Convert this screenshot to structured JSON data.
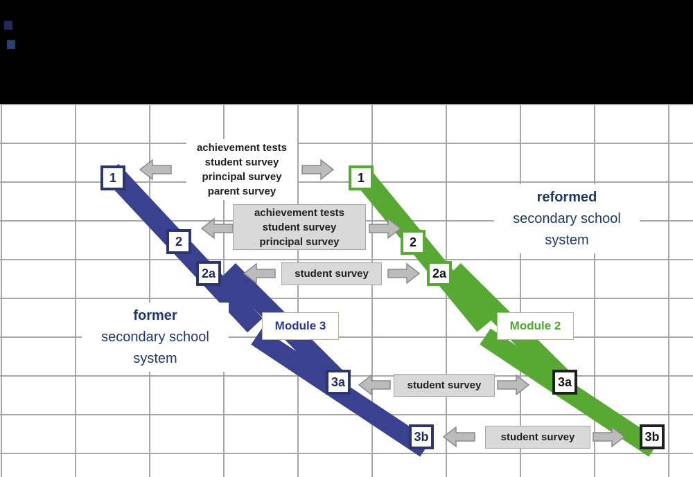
{
  "systems": {
    "former": {
      "bold_line": "former",
      "line2": "secondary school",
      "line3": "system"
    },
    "reformed": {
      "bold_line": "reformed",
      "line2": "secondary school",
      "line3": "system"
    }
  },
  "modules": {
    "blue": "Module 3",
    "green": "Module 2"
  },
  "nodes": {
    "blue": [
      "1",
      "2",
      "2a",
      "3a",
      "3b"
    ],
    "green": [
      "1",
      "2",
      "2a",
      "3a",
      "3b"
    ]
  },
  "callouts": [
    {
      "lines": [
        "achievement tests",
        "student survey",
        "principal survey",
        "parent survey"
      ]
    },
    {
      "lines": [
        "achievement tests",
        "student survey",
        "principal survey"
      ]
    },
    {
      "lines": [
        "student survey"
      ]
    },
    {
      "lines": [
        "student survey"
      ]
    },
    {
      "lines": [
        "student survey"
      ]
    }
  ],
  "colors": {
    "blue_band": "#3a418f",
    "green_band": "#58a834",
    "navy_text": "#1f3864",
    "green_text": "#4ea72e",
    "callout_bg": "#d9d9d9",
    "arrow_fill": "#bcbcbc",
    "grid_line": "#a6a6a6"
  }
}
